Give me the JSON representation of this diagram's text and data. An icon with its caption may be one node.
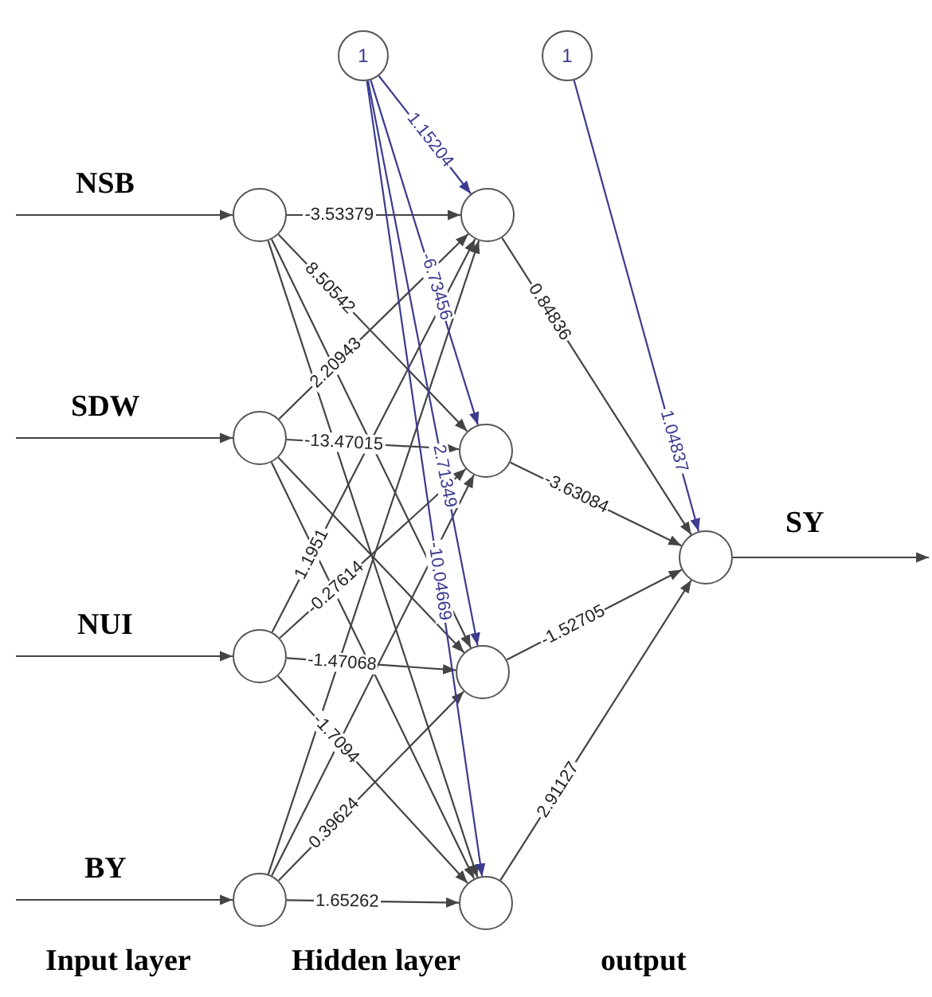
{
  "diagram": {
    "nodes": [
      {
        "text": [],
        "shape": "circle"
      },
      {
        "text": [],
        "shape": "circle"
      },
      {
        "text": [],
        "shape": "circle"
      },
      {
        "text": [],
        "shape": "circle"
      },
      {
        "text": [
          "1"
        ]
      },
      {
        "text": [],
        "shape": "circle"
      },
      {
        "text": [],
        "shape": "circle"
      },
      {
        "text": [],
        "shape": "circle"
      },
      {
        "text": [],
        "shape": "circle"
      },
      {
        "text": [
          "1"
        ]
      },
      {
        "text": [],
        "shape": "circle"
      }
    ],
    "edges": [
      {
        "from": null,
        "to": 0,
        "arrow": "to",
        "label": "NSB"
      },
      {
        "from": null,
        "to": 1,
        "arrow": "to",
        "label": "SDW"
      },
      {
        "from": null,
        "to": 2,
        "arrow": "to",
        "label": "NUI"
      },
      {
        "from": null,
        "to": 3,
        "arrow": "to",
        "label": "BY"
      },
      {
        "from": 0,
        "to": 5,
        "arrow": "to",
        "label": "-3.53379"
      },
      {
        "from": 0,
        "to": 6,
        "arrow": "to",
        "label": "8.50542"
      },
      {
        "from": 0,
        "to": 7,
        "arrow": "to"
      },
      {
        "from": 0,
        "to": 8,
        "arrow": "to"
      },
      {
        "from": 1,
        "to": 5,
        "arrow": "to",
        "label": "2.20943"
      },
      {
        "from": 1,
        "to": 6,
        "arrow": "to",
        "label": "-13.47015"
      },
      {
        "from": 1,
        "to": 7,
        "arrow": "to"
      },
      {
        "from": 1,
        "to": 8,
        "arrow": "to"
      },
      {
        "from": 2,
        "to": 5,
        "arrow": "to",
        "label": "1.1951"
      },
      {
        "from": 2,
        "to": 6,
        "arrow": "to",
        "label": "-0.27614"
      },
      {
        "from": 2,
        "to": 7,
        "arrow": "to",
        "label": "-1.47068"
      },
      {
        "from": 2,
        "to": 8,
        "arrow": "to",
        "label": "-1.7094"
      },
      {
        "from": 3,
        "to": 5,
        "arrow": "to"
      },
      {
        "from": 3,
        "to": 6,
        "arrow": "to"
      },
      {
        "from": 3,
        "to": 7,
        "arrow": "to",
        "label": "0.39624"
      },
      {
        "from": 3,
        "to": 8,
        "arrow": "to",
        "label": "1.65262"
      },
      {
        "from": 4,
        "to": 5,
        "arrow": "to",
        "label": "1.15204",
        "color": "#3b3b8f"
      },
      {
        "from": 4,
        "to": 6,
        "arrow": "to",
        "label": "-6.73456",
        "color": "#3b3b8f"
      },
      {
        "from": 4,
        "to": 7,
        "arrow": "to",
        "label": "2.71349",
        "color": "#3b3b8f"
      },
      {
        "from": 4,
        "to": 8,
        "arrow": "to",
        "label": "-10.04669",
        "color": "#3b3b8f"
      },
      {
        "from": 5,
        "to": 10,
        "arrow": "to",
        "label": "0.84836"
      },
      {
        "from": 6,
        "to": 10,
        "arrow": "to",
        "label": "-3.63084"
      },
      {
        "from": 7,
        "to": 10,
        "arrow": "to",
        "label": "-1.52705"
      },
      {
        "from": 8,
        "to": 10,
        "arrow": "to",
        "label": "2.91127"
      },
      {
        "from": 9,
        "to": 10,
        "arrow": "to",
        "label": "1.04837",
        "color": "#3b3b8f"
      },
      {
        "from": 10,
        "to": null,
        "arrow": "to",
        "label": "SY"
      }
    ],
    "labels": [
      "Input layer",
      "Hidden layer",
      "output"
    ]
  }
}
